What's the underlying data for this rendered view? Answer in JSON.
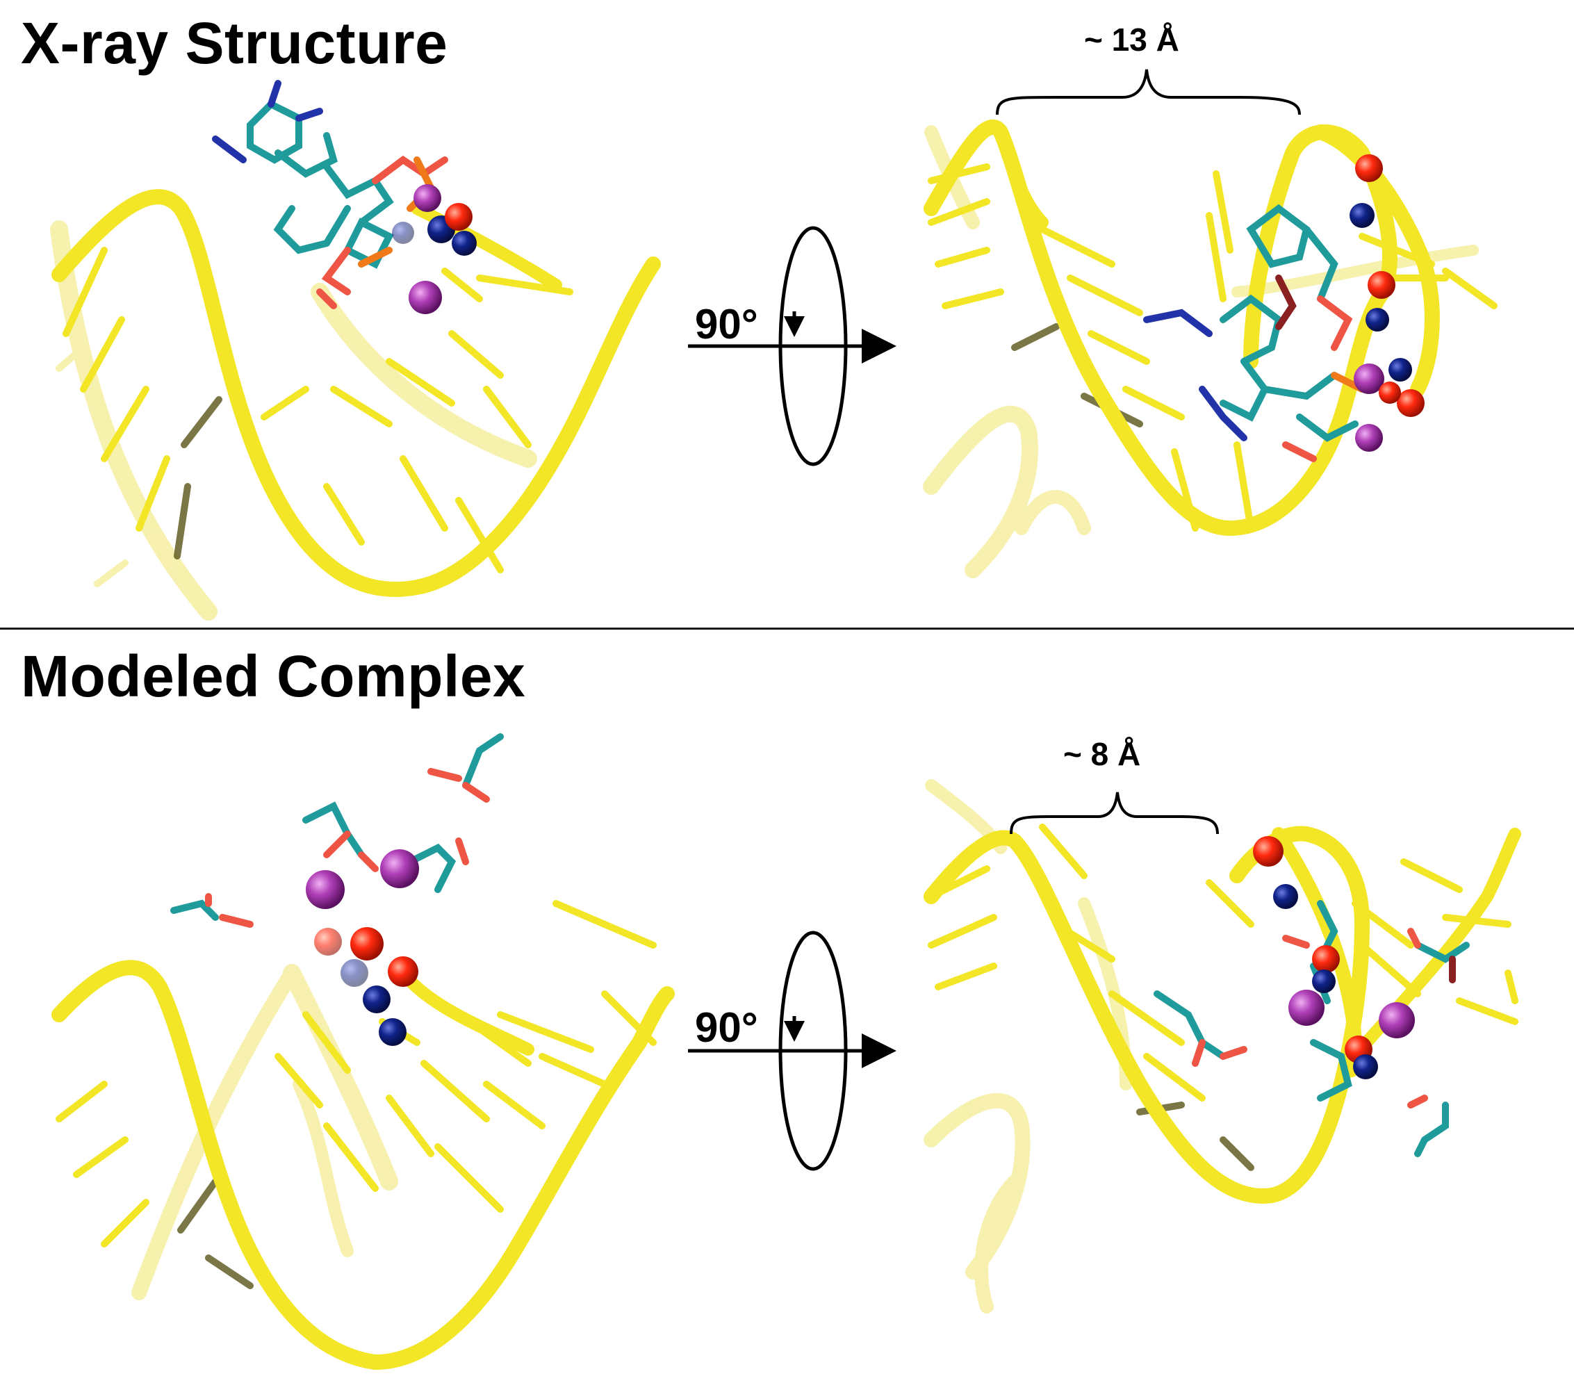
{
  "panels": {
    "top": {
      "title": "X-ray Structure",
      "distance_label": "~ 13 Å",
      "rotation_label": "90°"
    },
    "bottom": {
      "title": "Modeled Complex",
      "distance_label": "~ 8 Å",
      "rotation_label": "90°"
    }
  },
  "colors": {
    "rna_backbone": "#f2e626",
    "rna_backbone_faded": "#f5ec8a",
    "carbon": "#1f9b9b",
    "nitrogen": "#2233aa",
    "oxygen": "#ee3322",
    "phosphorus": "#f07a1a",
    "metal_ion": "#b040b8",
    "nitrogen_sphere": "#10238a",
    "oxygen_sphere": "#ff2a0f"
  }
}
